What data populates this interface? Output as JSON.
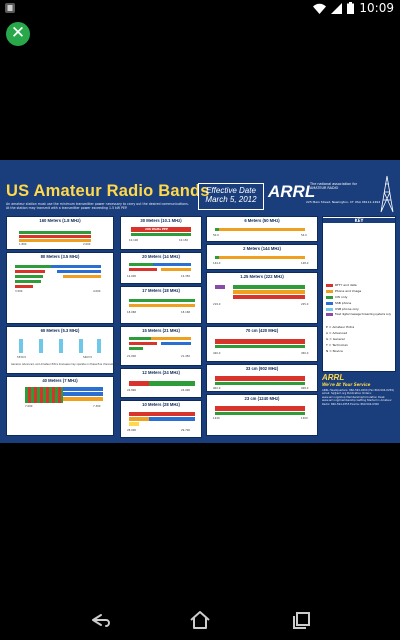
{
  "status_bar": {
    "time": "10:09"
  },
  "poster": {
    "title": "US Amateur Radio Bands",
    "subtitle": "An amateur station must use the minimum transmitter power necessary to carry out the desired communications. At the station may transmit with a transmitter power exceeding 1.5 kW PEP.",
    "effective_label": "Effective Date",
    "effective_date": "March 5, 2012",
    "arrl": "ARRL",
    "arrl_tagline": "The national association for AMATEUR RADIO",
    "arrl_address": "225 Main Street, Newington, CT USA 06111-1494",
    "bands": [
      {
        "name": "160 Meters (1.8 MHz)",
        "lo": "1.800",
        "hi": "2.000"
      },
      {
        "name": "80 Meters (3.5 MHz)",
        "lo": "3.500",
        "hi": "4.000"
      },
      {
        "name": "60 Meters (5.3 MHz)",
        "lo": "5330.5",
        "hi": "5403.5"
      },
      {
        "name": "40 Meters (7 MHz)",
        "lo": "7.000",
        "hi": "7.300"
      },
      {
        "name": "30 Meters (10.1 MHz)",
        "lo": "10.100",
        "hi": "10.150"
      },
      {
        "name": "20 Meters (14 MHz)",
        "lo": "14.000",
        "hi": "14.350"
      },
      {
        "name": "17 Meters (18 MHz)",
        "lo": "18.068",
        "hi": "18.168"
      },
      {
        "name": "15 Meters (21 MHz)",
        "lo": "21.000",
        "hi": "21.450"
      },
      {
        "name": "12 Meters (24 MHz)",
        "lo": "24.890",
        "hi": "24.990"
      },
      {
        "name": "10 Meters (28 MHz)",
        "lo": "28.000",
        "hi": "29.700"
      },
      {
        "name": "6 Meters (50 MHz)",
        "lo": "50.0",
        "hi": "54.0"
      },
      {
        "name": "2 Meters (144 MHz)",
        "lo": "144.0",
        "hi": "148.0"
      },
      {
        "name": "1.25 Meters (222 MHz)",
        "lo": "219.0",
        "hi": "225.0"
      },
      {
        "name": "70 cm (420 MHz)",
        "lo": "420.0",
        "hi": "450.0"
      },
      {
        "name": "33 cm (902 MHz)",
        "lo": "902.0",
        "hi": "928.0"
      },
      {
        "name": "23 cm (1240 MHz)",
        "lo": "1240",
        "hi": "1300"
      }
    ],
    "pep_note": "200 Watts PEP",
    "key_title": "KEY",
    "key_items": [
      {
        "label": "RTTY and data",
        "color": "#d9342b"
      },
      {
        "label": "Phone and image",
        "color": "#f0a020"
      },
      {
        "label": "CW only",
        "color": "#2f9c3a"
      },
      {
        "label": "SSB phone",
        "color": "#2a6fd1"
      },
      {
        "label": "USB phone only",
        "color": "#6fc7ea"
      },
      {
        "label": "Fixed digital message forwarding systems only",
        "color": "#8a4aa8"
      }
    ],
    "license_classes": [
      "E = Amateur Extra",
      "A = Advanced",
      "G = General",
      "T = Technician",
      "N = Novice"
    ],
    "service_title": "ARRL",
    "service_sub": "We're At Your Service",
    "service_text": "ARRL Headquarters: 860-594-0200 (Fax 860-594-0259) email: hq@arrl.org Publication Orders: www.arrl.org/shop Membership/Circulation Desk: www.arrl.org/membership Getting Started in Amateur Radio: 860-594-0355 Exams: 860-594-0300"
  },
  "nav": {
    "back": "back-icon",
    "home": "home-icon",
    "recents": "recents-icon"
  },
  "colors": {
    "poster_bg": "#1a3d7c",
    "title": "#ffd94a",
    "close": "#28a84a"
  }
}
